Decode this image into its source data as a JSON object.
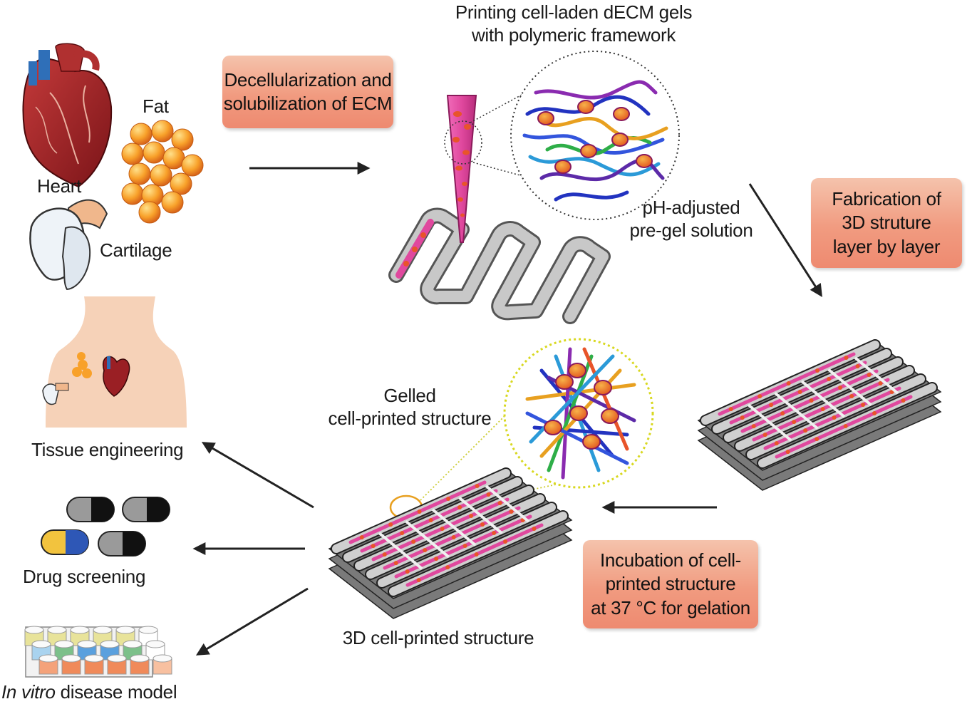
{
  "top_label": [
    "Printing cell-laden dECM gels",
    "with polymeric framework"
  ],
  "tissues": {
    "heart": "Heart",
    "fat": "Fat",
    "cartilage": "Cartilage"
  },
  "steps": {
    "decell": [
      "Decellularization and",
      "solubilization of ECM"
    ],
    "fabrication": [
      "Fabrication of",
      "3D struture",
      "layer by layer"
    ],
    "incubation": [
      "Incubation of cell-",
      "printed structure",
      "at 37 °C for gelation"
    ]
  },
  "ph_label": [
    "pH-adjusted",
    "pre-gel solution"
  ],
  "gelled_label": [
    "Gelled",
    "cell-printed structure"
  ],
  "structure_label": "3D cell-printed structure",
  "applications": {
    "tissue": "Tissue engineering",
    "drug": "Drug screening",
    "disease_italic": "In vitro",
    "disease_rest": " disease model"
  },
  "colors": {
    "box_fill": "#f19b80",
    "gel_magenta": "#e0489e",
    "cell_orange": "#e8542a",
    "framework_gray": "#a8a8a8",
    "zoom_yellow": "#d8d820",
    "skin": "#f6d2b8"
  }
}
